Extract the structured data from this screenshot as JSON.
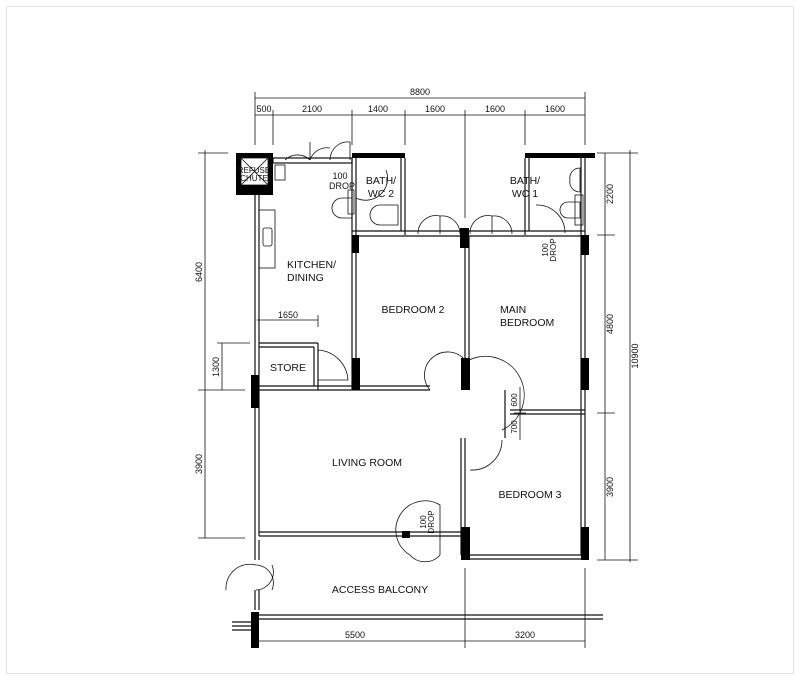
{
  "plan": {
    "dimensions": {
      "overall_width": "8800",
      "top": [
        "500",
        "2100",
        "1400",
        "1600",
        "1600",
        "1600"
      ],
      "left_total": "6400",
      "left_store": "1300",
      "left_living": "3900",
      "right_bath": "2200",
      "right_main": "4800",
      "right_bed3": "3900",
      "right_total": "10900",
      "bottom": [
        "5500",
        "3200"
      ],
      "store_width": "1650",
      "hall_a": "600",
      "hall_b": "700"
    },
    "rooms": {
      "refuse_1": "REFUSE",
      "refuse_2": "CHUTE",
      "drop_a_1": "100",
      "drop_a_2": "DROP",
      "bath2_1": "BATH/",
      "bath2_2": "WC 2",
      "bath1_1": "BATH/",
      "bath1_2": "WC 1",
      "drop_b_1": "100",
      "drop_b_2": "DROP",
      "kitchen_1": "KITCHEN/",
      "kitchen_2": "DINING",
      "bedroom2": "BEDROOM 2",
      "main_1": "MAIN",
      "main_2": "BEDROOM",
      "store": "STORE",
      "living": "LIVING ROOM",
      "bedroom3": "BEDROOM 3",
      "drop_c_1": "100",
      "drop_c_2": "DROP",
      "balcony": "ACCESS BALCONY"
    }
  }
}
